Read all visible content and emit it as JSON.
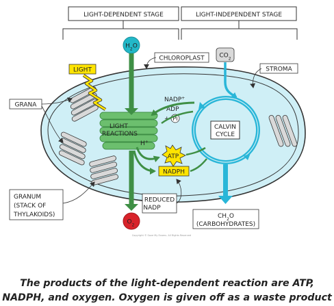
{
  "labels": {
    "light_dependent_stage": "LIGHT-DEPENDENT STAGE",
    "light_independent_stage": "LIGHT-INDEPENDENT STAGE",
    "h2o": "H",
    "h2o_sub": "2",
    "h2o_end": "O",
    "chloroplast": "CHLOROPLAST",
    "co2": "CO",
    "co2_sub": "2",
    "stroma": "STROMA",
    "light": "LIGHT",
    "grana": "GRANA",
    "nadp_plus": "NADP",
    "nadp_plus_sup": "+",
    "adp": "ADP",
    "pi_plus": "+",
    "pi": "Pi",
    "light_reactions_1": "LIGHT",
    "light_reactions_2": "REACTIONS",
    "h_plus": "H",
    "h_plus_sup": "+",
    "calvin_1": "CALVIN",
    "calvin_2": "CYCLE",
    "atp": "ATP",
    "nadph": "NADPH",
    "granum_1": "GRANUM",
    "granum_2": "(STACK OF",
    "granum_3": "THYLAKOIDS)",
    "reduced_1": "REDUCED",
    "reduced_2": "NADP",
    "o2": "O",
    "o2_sub": "2",
    "ch2o_1": "CH",
    "ch2o_sub": "2",
    "ch2o_end": "O",
    "ch2o_2": "(CARBOHYDRATES)",
    "copyright": "Copyright © Save My Exams. All Rights Reserved"
  },
  "caption": {
    "line1": "The products of the light-dependent reaction are ATP,",
    "line2": "NADPH, and oxygen. Oxygen is given off as a waste product"
  },
  "colors": {
    "stroma_fill": "#cfeff6",
    "outline": "#333333",
    "thylakoid_green": "#6cbf6e",
    "thylakoid_dark": "#3f8f45",
    "arrow_cyan": "#29b6d8",
    "h2o_fill": "#22b8c8",
    "o2_fill": "#d8232a",
    "light_yellow": "#ffe400",
    "atp_yellow": "#ffe400",
    "grey_stack": "#d9d9d9"
  }
}
